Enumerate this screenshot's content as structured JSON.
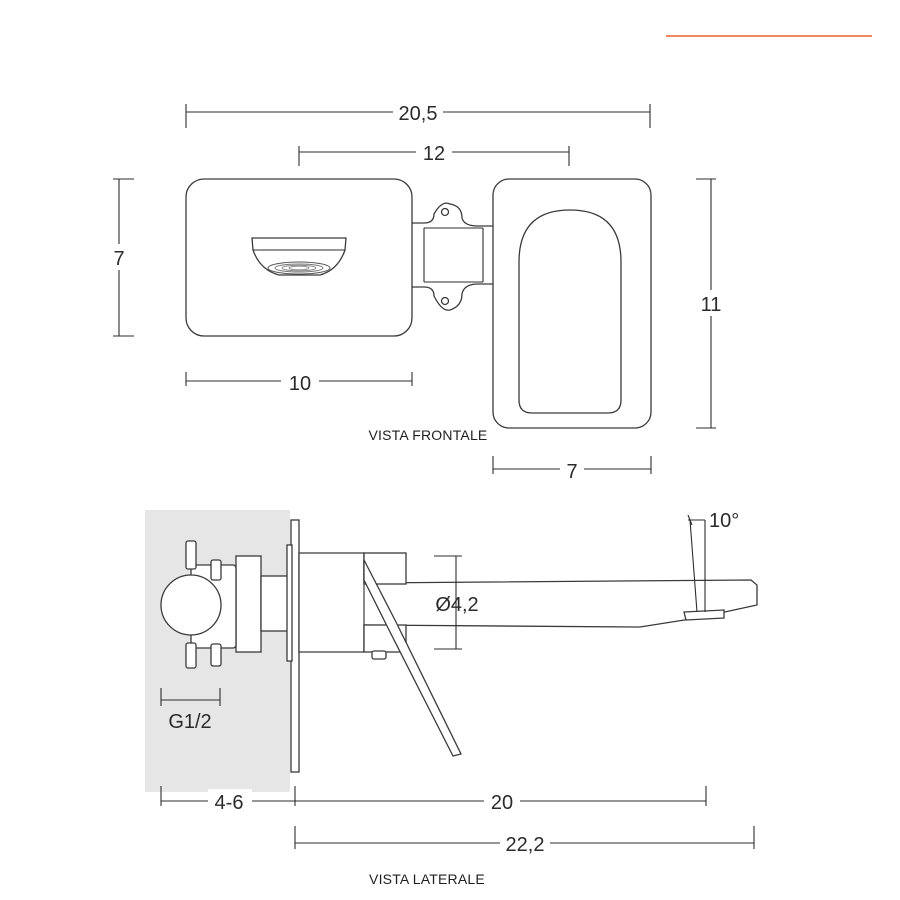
{
  "colors": {
    "accent_bar": "#f08a5d",
    "wall": "#e6e6e6",
    "line": "#2d2d2d"
  },
  "front_view": {
    "label": "VISTA FRONTALE",
    "dims": {
      "overall_width": "20,5",
      "center_distance": "12",
      "left_plate_height": "7",
      "left_plate_width": "10",
      "right_plate_height": "11",
      "right_plate_width": "7"
    }
  },
  "side_view": {
    "label": "VISTA LATERALE",
    "dims": {
      "spout_angle": "10°",
      "spout_diameter": "Ø4,2",
      "thread": "G1/2",
      "wall_depth": "4-6",
      "spout_projection": "20",
      "overall_projection": "22,2"
    }
  }
}
